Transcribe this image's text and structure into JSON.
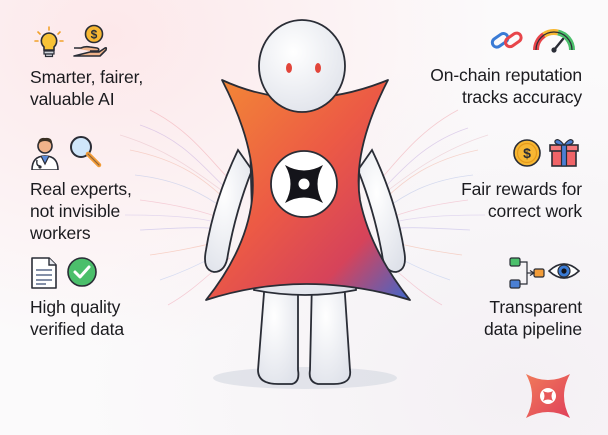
{
  "features_left": [
    {
      "text": "Smarter, fairer,\nvaluable AI",
      "icons": [
        "lightbulb-icon",
        "hand-coin-icon"
      ]
    },
    {
      "text": "Real experts,\nnot invisible\nworkers",
      "icons": [
        "doctor-icon",
        "magnifier-icon"
      ]
    },
    {
      "text": "High quality\nverified data",
      "icons": [
        "document-icon",
        "checkmark-icon"
      ]
    }
  ],
  "features_right": [
    {
      "text": "On-chain reputation\ntracks accuracy",
      "icons": [
        "chain-link-icon",
        "gauge-icon"
      ]
    },
    {
      "text": "Fair rewards for\ncorrect work",
      "icons": [
        "coin-icon",
        "gift-icon"
      ]
    },
    {
      "text": "Transparent\ndata pipeline",
      "icons": [
        "flowchart-icon",
        "eye-icon"
      ]
    }
  ],
  "colors": {
    "cape_orange": "#f07a35",
    "cape_red": "#e8454a",
    "cape_blue": "#4468c8",
    "figure": "#f1f2f5",
    "eyes": "#e2453a",
    "logo_corner": "#e8585a"
  }
}
